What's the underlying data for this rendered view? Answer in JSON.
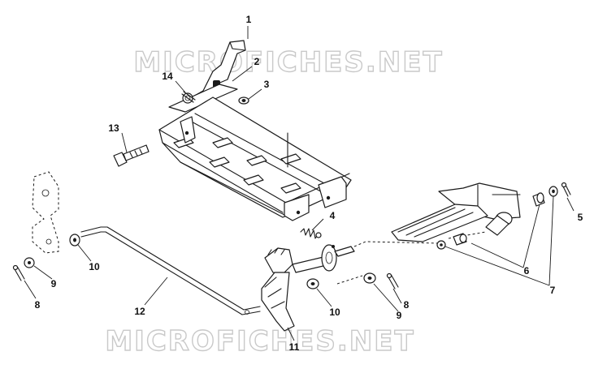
{
  "watermark": {
    "text": "MICROFICHES.NET"
  },
  "callouts": {
    "c1": "1",
    "c2": "2",
    "c3": "3",
    "c4": "4",
    "c5": "5",
    "c6": "6",
    "c7": "7",
    "c8_left": "8",
    "c8_right": "8",
    "c9_left": "9",
    "c9_right": "9",
    "c10_left": "10",
    "c10_right": "10",
    "c11": "11",
    "c12": "12",
    "c13": "13",
    "c14": "14"
  },
  "colors": {
    "line": "#1a1a1a",
    "watermark": "#c9c9c9",
    "background": "#ffffff"
  }
}
